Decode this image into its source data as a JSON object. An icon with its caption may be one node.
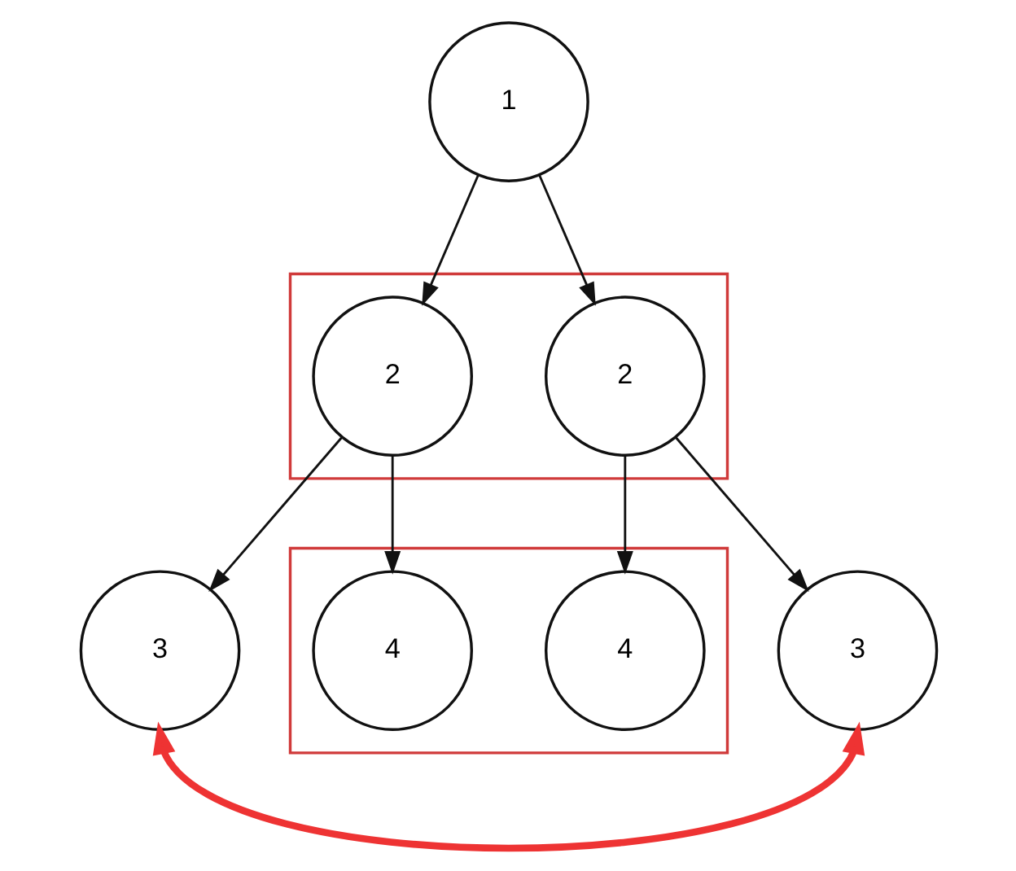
{
  "diagram": {
    "nodes": [
      {
        "text": [
          "1"
        ]
      },
      {
        "text": [],
        "shape": "box"
      },
      {
        "text": [
          "2"
        ],
        "in": 1
      },
      {
        "text": [
          "2"
        ],
        "in": 1
      },
      {
        "text": [
          "3"
        ]
      },
      {
        "text": [],
        "shape": "box"
      },
      {
        "text": [
          "4"
        ],
        "in": 5
      },
      {
        "text": [
          "4"
        ],
        "in": 5
      },
      {
        "text": [
          "3"
        ]
      }
    ],
    "edges": [
      {
        "from": 0,
        "to": 2,
        "arrow": "to"
      },
      {
        "from": 0,
        "to": 3,
        "arrow": "to"
      },
      {
        "from": 2,
        "to": 4,
        "arrow": "to"
      },
      {
        "from": 2,
        "to": 6,
        "arrow": "to"
      },
      {
        "from": 3,
        "to": 7,
        "arrow": "to"
      },
      {
        "from": 3,
        "to": 8,
        "arrow": "to"
      },
      {
        "from": 4,
        "to": 8,
        "arrow": "both",
        "style": "thick",
        "color": "#ee3333"
      }
    ]
  }
}
